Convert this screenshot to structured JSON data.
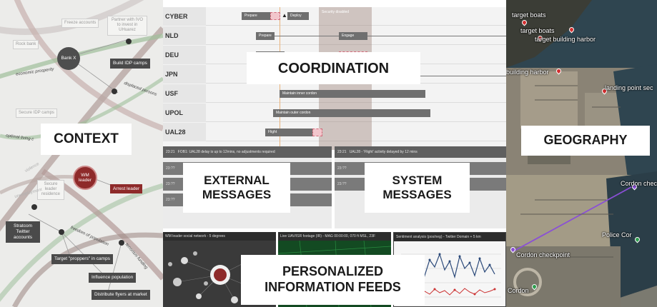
{
  "titles": {
    "context": "CONTEXT",
    "coordination": "COORDINATION",
    "external_messages": "EXTERNAL\nMESSAGES",
    "system_messages": "SYSTEM\nMESSAGES",
    "geography": "GEOGRAPHY",
    "feeds": "PERSONALIZED\nINFORMATION FEEDS"
  },
  "context": {
    "nodes": {
      "freeze_accounts": "Freeze accounts",
      "partner_ivo": "Partner with IVO to invest in UHuarez",
      "rock_bank": "Rock bank",
      "bank_x": "Bank X",
      "economic_prosperity": "economic prosperity",
      "build_idp": "Build IDP camps",
      "displaced_persons": "displaced persons",
      "secure_idp": "Secure IDP camps",
      "optimal_living": "optimal living c",
      "wm_leader": "WM leader",
      "arrest_leader": "Arrest leader",
      "secure_leader": "Secure leader residence",
      "stratcom": "Stratcom Twitter accounts",
      "freedom_population": "freedom of population",
      "target_proppers": "Target \"proppers\" in camps",
      "influence_population": "Influence population",
      "distribute_flyers": "Distribute flyers at market",
      "terrorism_funding": "terrorism funding",
      "violence": "violence",
      "unemployment": "unemployment"
    }
  },
  "coordination": {
    "lanes": [
      "CYBER",
      "NLD",
      "DEU",
      "JPN",
      "USF",
      "UPOL",
      "UAL28"
    ],
    "security_label": "Security disabled",
    "bars": {
      "cyber_prepare": "Prepare",
      "cyber_deploy": "Deploy",
      "nld_prepare": "Prepare",
      "nld_engage": "Engage",
      "usf_maintain": "Maintain inner cordon",
      "upol_maintain": "Maintain outer cordon",
      "ual_flight": "Flight"
    }
  },
  "external": {
    "header_time": "23:21",
    "header_text": "FOB1: UAL28 delay is up to 12mins, no adjustments required",
    "rows": [
      "23:??",
      "23:??",
      "23:??"
    ]
  },
  "system": {
    "header_time": "23:21",
    "header_text": "UAL28 - 'Flight' activity delayed by 12 mins",
    "rows": [
      "23:??",
      "23:??"
    ]
  },
  "feeds": {
    "social_title": "WM leader social network - 5 degrees",
    "uav_title": "Live UAV/ISR footage (IR) - MAG 00:00:00, 070 ft MSL, 23F",
    "sentiment_title": "Sentiment analysis (pos/neg) - Twitter Domain + 5 km"
  },
  "geography": {
    "labels": {
      "target_boats_1": "target boats",
      "target_boats_2": "target boats",
      "target_building": "target building harbor",
      "building_harbor": "building harbor",
      "landing_point": "landing point sec",
      "cordon_check_1": "Cordon check",
      "police_cordon": "Police Cor",
      "cordon_checkpoint": "Cordon checkpoint",
      "cordon_bottom": "Cordon"
    }
  },
  "colors": {
    "context_bg": "#ececea",
    "dark_red": "#8e2a2a",
    "pink_bar": "#f2c6cc",
    "security_shade": "#a08478",
    "map_route": "#8a4fd6"
  }
}
